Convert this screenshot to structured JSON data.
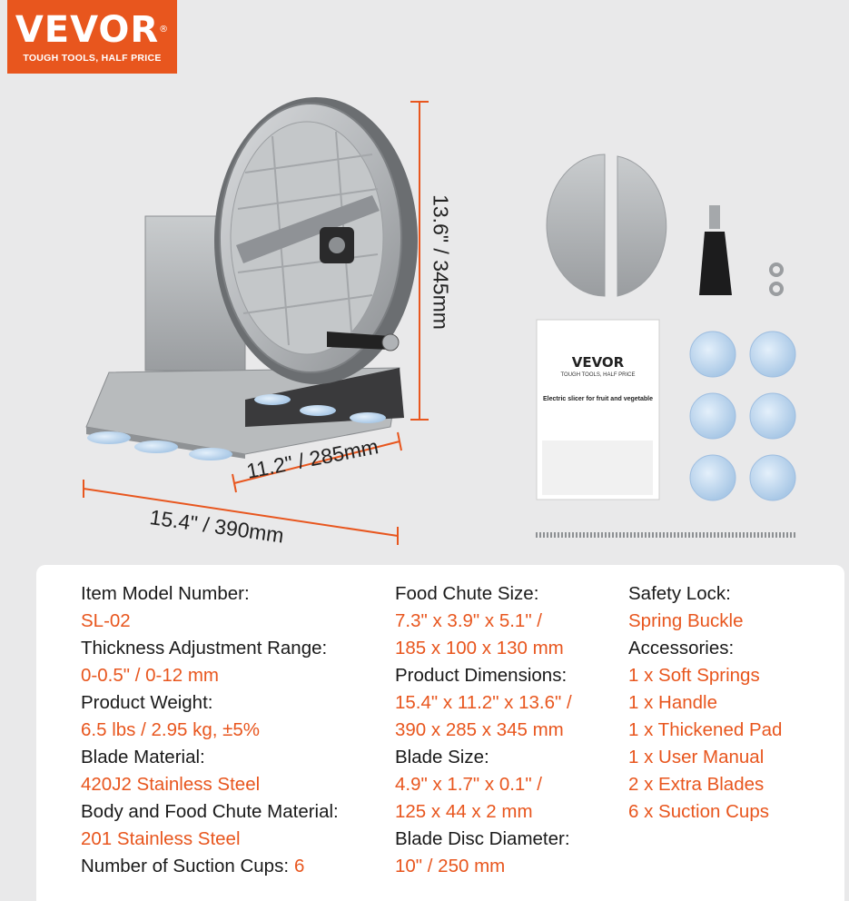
{
  "brand": {
    "name": "VEVOR",
    "mark": "®",
    "tagline": "TOUGH TOOLS, HALF PRICE"
  },
  "dimensions": {
    "height": "13.6\" / 345mm",
    "depth": "11.2\" / 285mm",
    "width": "15.4\" / 390mm"
  },
  "manual": {
    "brand": "VEVOR",
    "tagline": "TOUGH TOOLS, HALF PRICE",
    "title": "Electric slicer for fruit and vegetable"
  },
  "colors": {
    "accent": "#e8561e",
    "label": "#1a1a1a",
    "panel": "#ffffff",
    "background": "#e9e9ea"
  },
  "specs": {
    "col1": [
      {
        "label": "Item Model Number:",
        "value": "SL-02"
      },
      {
        "label": "Thickness Adjustment Range:",
        "value": "0-0.5\" / 0-12 mm"
      },
      {
        "label": "Product Weight:",
        "value": "6.5 lbs / 2.95 kg, ±5%"
      },
      {
        "label": "Blade Material:",
        "value": "420J2 Stainless Steel"
      },
      {
        "label": "Body and Food Chute Material:",
        "value": "201 Stainless Steel"
      },
      {
        "label": "Number of Suction Cups:",
        "value": "6"
      }
    ],
    "col2": [
      {
        "label": "Food Chute Size:",
        "value1": "7.3\" x 3.9\" x 5.1\" /",
        "value2": "185 x 100 x 130 mm"
      },
      {
        "label": "Product Dimensions:",
        "value1": "15.4\" x 11.2\" x 13.6\" /",
        "value2": "390 x 285 x 345 mm"
      },
      {
        "label": "Blade Size:",
        "value1": "4.9\" x 1.7\" x 0.1\" /",
        "value2": "125 x 44 x 2 mm"
      },
      {
        "label": "Blade Disc Diameter:",
        "value1": "10\" / 250 mm"
      }
    ],
    "col3": {
      "safety_label": "Safety Lock:",
      "safety_value": "Spring Buckle",
      "accessories_label": "Accessories:",
      "accessories": [
        "1 x Soft Springs",
        "1 x Handle",
        "1 x Thickened Pad",
        "1 x User Manual",
        "2 x Extra Blades",
        "6 x Suction Cups"
      ]
    }
  }
}
